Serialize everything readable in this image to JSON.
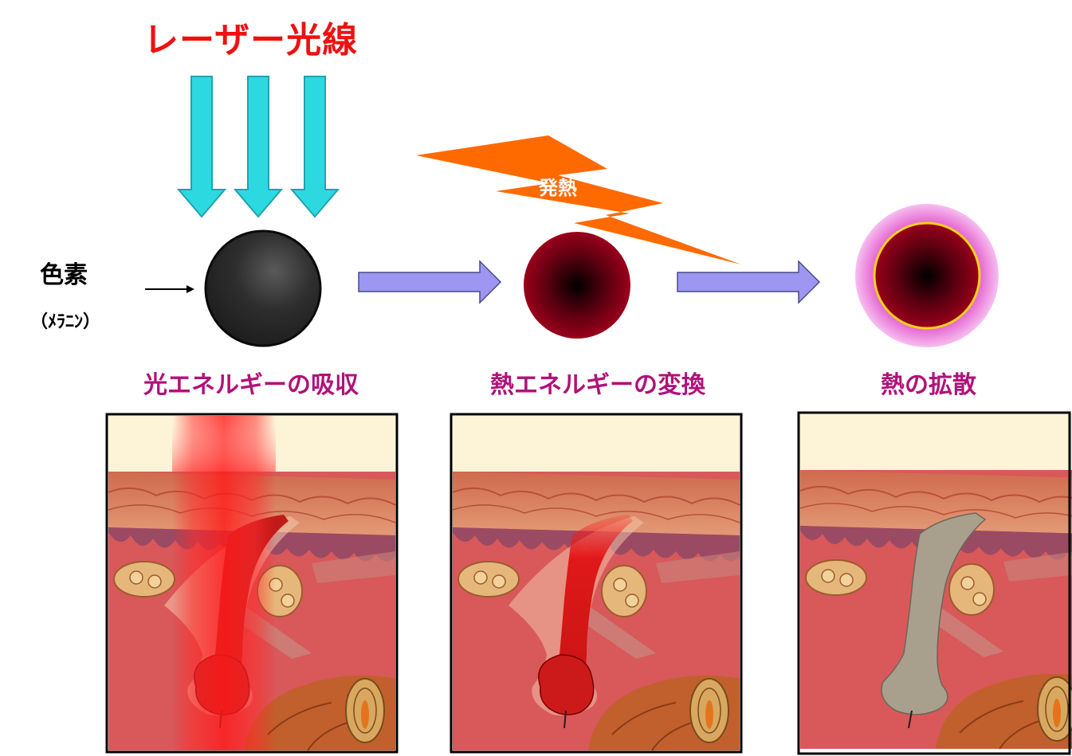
{
  "title": "レーザー光線",
  "pigment": {
    "label": "色素",
    "sublabel": "（ﾒﾗﾆﾝ）"
  },
  "heat_label": "発熱",
  "steps": [
    {
      "caption": "光エネルギーの吸収"
    },
    {
      "caption": "熱エネルギーの変換"
    },
    {
      "caption": "熱の拡散"
    }
  ],
  "colors": {
    "title": "#ee1111",
    "caption": "#b0127a",
    "laser_arrow": "#2dd9e1",
    "process_arrow": "#9d97f2",
    "bolt": "#ff6a00",
    "pigment_black": "#2b2b2b",
    "heated_core": "#8a0016",
    "diffusion_halo": "#f4a6e6",
    "diffusion_ring": "#f4d11a",
    "skin": "#d9585a",
    "hair_absorbing": "#c21a1a",
    "hair_heated": "#cc1a1a",
    "hair_cooled": "#a8a08c"
  },
  "icons": [
    "laser-arrow-icon",
    "process-arrow-icon",
    "lightning-bolt-icon",
    "pointer-arrow-icon"
  ]
}
